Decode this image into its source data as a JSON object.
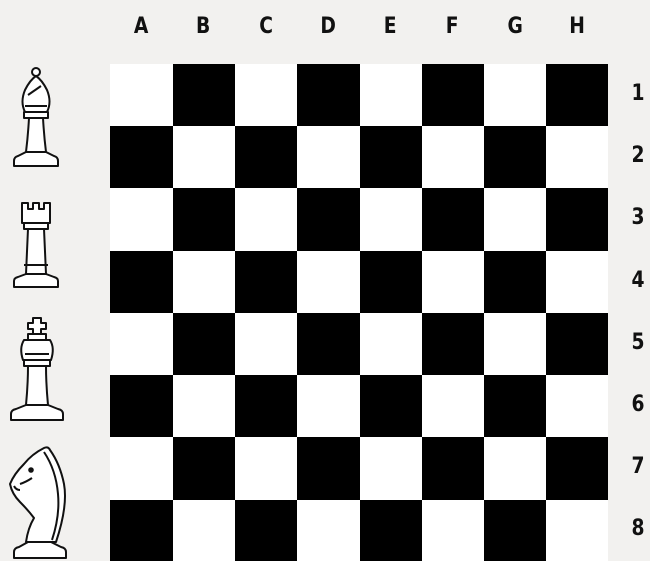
{
  "board": {
    "files": [
      "A",
      "B",
      "C",
      "D",
      "E",
      "F",
      "G",
      "H"
    ],
    "ranks": [
      "1",
      "2",
      "3",
      "4",
      "5",
      "6",
      "7",
      "8"
    ],
    "light_color": "#ffffff",
    "dark_color": "#000000",
    "a1_color": "light"
  },
  "side_pieces": [
    {
      "piece": "bishop-icon",
      "color": "white"
    },
    {
      "piece": "rook-icon",
      "color": "white"
    },
    {
      "piece": "king-icon",
      "color": "white"
    },
    {
      "piece": "knight-icon",
      "color": "white"
    }
  ]
}
